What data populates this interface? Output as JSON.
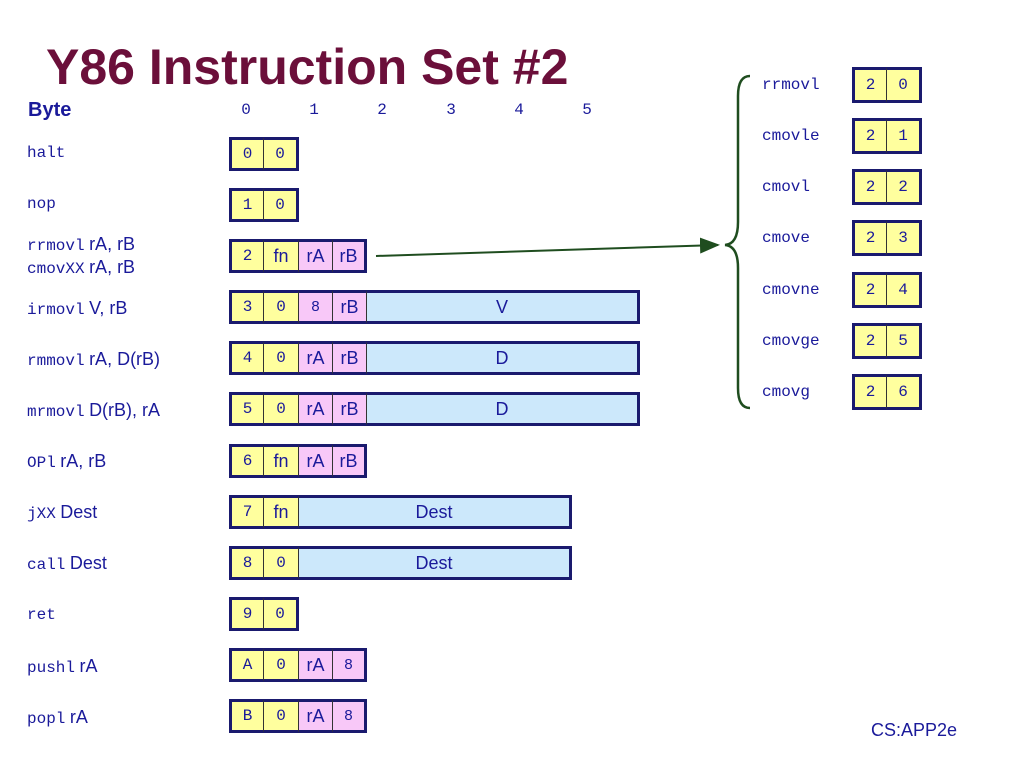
{
  "title": "Y86 Instruction Set #2",
  "byte_label": "Byte",
  "byte_columns": [
    "0",
    "1",
    "2",
    "3",
    "4",
    "5"
  ],
  "instructions": [
    {
      "mnemonic": "halt",
      "operands": "",
      "cells": [
        "0",
        "0"
      ]
    },
    {
      "mnemonic": "nop",
      "operands": "",
      "cells": [
        "1",
        "0"
      ]
    },
    {
      "mnemonic": "rrmovl",
      "operands": "rA, rB",
      "mnemonic2": "cmovXX",
      "operands2": "rA, rB",
      "cells": [
        "2",
        "fn",
        "rA",
        "rB"
      ]
    },
    {
      "mnemonic": "irmovl",
      "operands": "V, rB",
      "cells": [
        "3",
        "0",
        "8",
        "rB"
      ],
      "wide": "V"
    },
    {
      "mnemonic": "rmmovl",
      "operands": "rA, D(rB)",
      "cells": [
        "4",
        "0",
        "rA",
        "rB"
      ],
      "wide": "D"
    },
    {
      "mnemonic": "mrmovl",
      "operands": "D(rB), rA",
      "cells": [
        "5",
        "0",
        "rA",
        "rB"
      ],
      "wide": "D"
    },
    {
      "mnemonic": "OPl",
      "operands": "rA, rB",
      "cells": [
        "6",
        "fn",
        "rA",
        "rB"
      ]
    },
    {
      "mnemonic": "jXX",
      "operands": "Dest",
      "cells": [
        "7",
        "fn"
      ],
      "wide": "Dest"
    },
    {
      "mnemonic": "call",
      "operands": "Dest",
      "cells": [
        "8",
        "0"
      ],
      "wide": "Dest"
    },
    {
      "mnemonic": "ret",
      "operands": "",
      "cells": [
        "9",
        "0"
      ]
    },
    {
      "mnemonic": "pushl",
      "operands": "rA",
      "cells": [
        "A",
        "0",
        "rA",
        "8"
      ]
    },
    {
      "mnemonic": "popl",
      "operands": "rA",
      "cells": [
        "B",
        "0",
        "rA",
        "8"
      ]
    }
  ],
  "cmov_variants": [
    {
      "name": "rrmovl",
      "code": [
        "2",
        "0"
      ]
    },
    {
      "name": "cmovle",
      "code": [
        "2",
        "1"
      ]
    },
    {
      "name": "cmovl",
      "code": [
        "2",
        "2"
      ]
    },
    {
      "name": "cmove",
      "code": [
        "2",
        "3"
      ]
    },
    {
      "name": "cmovne",
      "code": [
        "2",
        "4"
      ]
    },
    {
      "name": "cmovge",
      "code": [
        "2",
        "5"
      ]
    },
    {
      "name": "cmovg",
      "code": [
        "2",
        "6"
      ]
    }
  ],
  "footer": "CS:APP2e",
  "colors": {
    "title": "#6b0f3a",
    "text": "#1a1a9a",
    "yellow": "#ffff9e",
    "pink": "#f8c8f8",
    "blue": "#cce8fb",
    "brace": "#1f4d1f"
  }
}
